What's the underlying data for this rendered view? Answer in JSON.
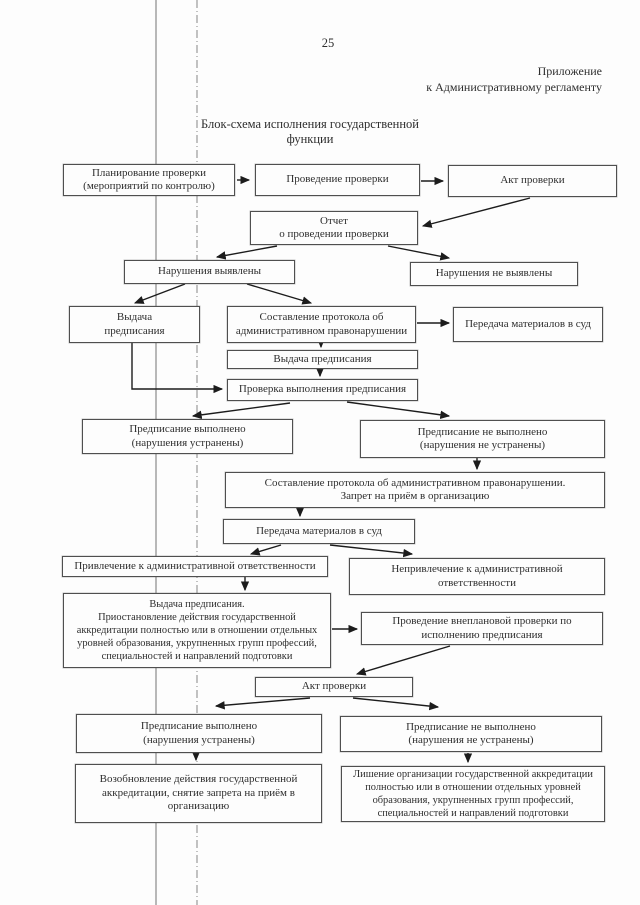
{
  "page": {
    "page_number": "25",
    "annex": [
      "Приложение",
      "к Административному регламенту"
    ],
    "title": [
      "Блок-схема исполнения государственной",
      "функции"
    ]
  },
  "colors": {
    "ink": "#2e2e2e",
    "box_border": "#4f4f4f",
    "arrow": "#1c1c1c",
    "artifact_line": "#9a9a9a"
  },
  "flowchart": {
    "nodes": {
      "plan": "Планирование проверки\n(мероприятий по контролю)",
      "provedenie": "Проведение проверки",
      "akt1": "Акт проверки",
      "otchet": "Отчет\nо проведении проверки",
      "narush_yes": "Нарушения выявлены",
      "narush_no": "Нарушения не выявлены",
      "vydacha1": "Выдача\nпредписания",
      "sostavlenie1": "Составление протокола об\nадминистративном правонарушении",
      "peredacha1": "Передача материалов в суд",
      "vydacha2": "Выдача предписания",
      "proverka_vyp": "Проверка выполнения предписания",
      "vypolneno1": "Предписание выполнено\n(нарушения устранены)",
      "ne_vypolneno1": "Предписание не выполнено\n(нарушения не устранены)",
      "sostavlenie2": "Составление протокола об административном правонарушении.\nЗапрет на приём в организацию",
      "peredacha2": "Передача материалов в суд",
      "privlechenie": "Привлечение к административной ответственности",
      "neprivlechenie": "Непривлечение к административной\nответственности",
      "vydacha3": "Выдача предписания.\nПриостановление действия государственной\nаккредитации полностью или в отношении отдельных\nуровней образования, укрупненных групп профессий,\nспециальностей и направлений подготовки",
      "vneplanovaya": "Проведение внеплановой проверки по\nисполнению предписания",
      "akt2": "Акт проверки",
      "vypolneno2": "Предписание выполнено\n(нарушения устранены)",
      "ne_vypolneno2": "Предписание не выполнено\n(нарушения не устранены)",
      "vozobnovlenie": "Возобновление действия государственной\nаккредитации, снятие запрета на приём в\nорганизацию",
      "lishenie": "Лишение организации государственной аккредитации\nполностью или в отношении отдельных уровней\nобразования, укрупненных групп профессий,\nспециальностей и направлений подготовки"
    }
  }
}
